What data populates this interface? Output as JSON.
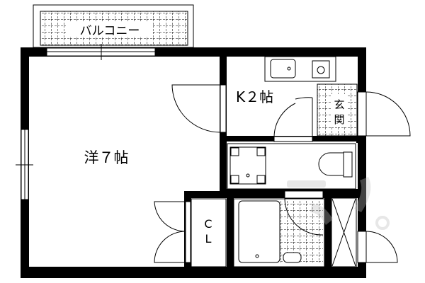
{
  "floorplan": {
    "balcony_label": "バルコニー",
    "western_room_label": "洋７帖",
    "kitchen_label": "K２帖",
    "entrance_label_1": "玄",
    "entrance_label_2": "関",
    "closet_label_1": "C",
    "closet_label_2": "L"
  },
  "colors": {
    "wall": "#000000",
    "background": "#ffffff",
    "watermark": "#d9d9d9"
  }
}
